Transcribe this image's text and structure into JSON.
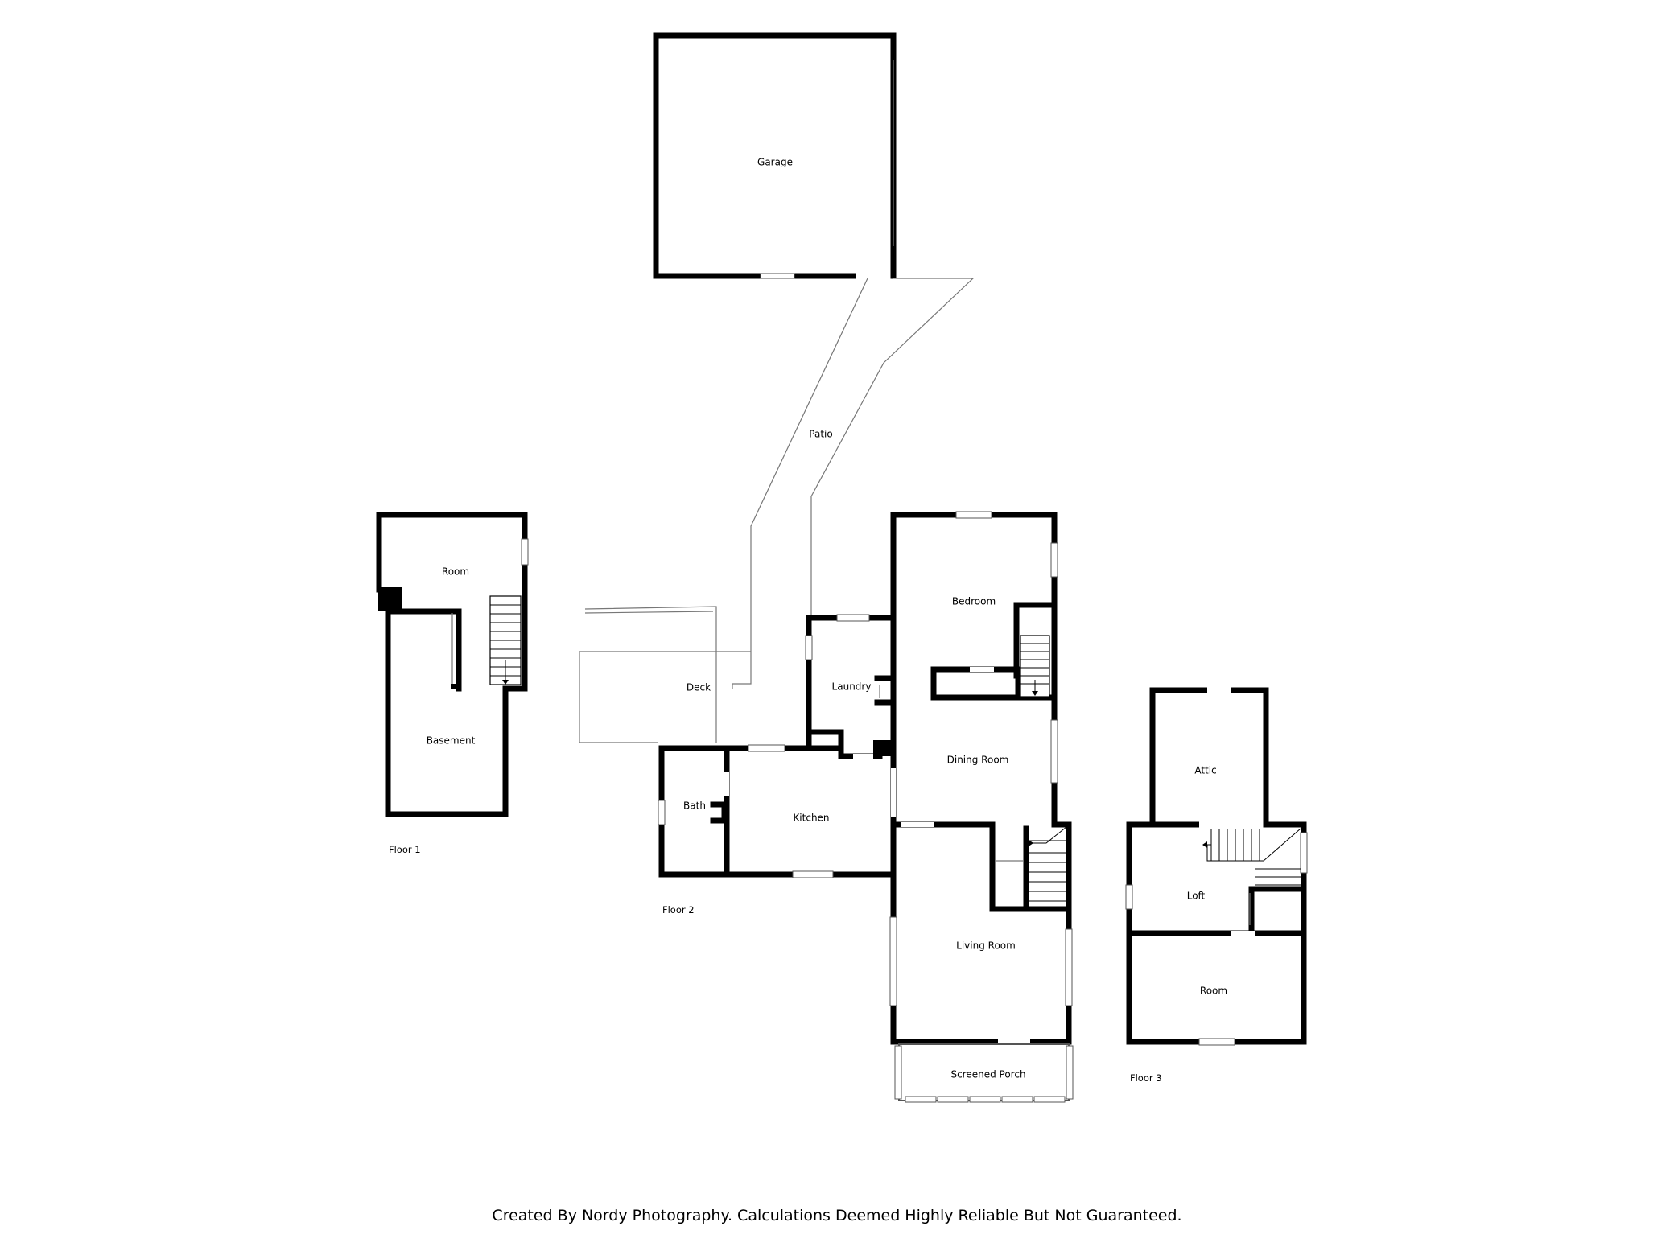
{
  "rooms": {
    "garage": "Garage",
    "patio": "Patio",
    "room_f1": "Room",
    "basement": "Basement",
    "bedroom": "Bedroom",
    "deck": "Deck",
    "laundry": "Laundry",
    "dining_room": "Dining Room",
    "bath": "Bath",
    "kitchen": "Kitchen",
    "living_room": "Living Room",
    "screened_porch": "Screened Porch",
    "attic": "Attic",
    "loft": "Loft",
    "room_f3": "Room"
  },
  "floors": {
    "floor1": "Floor 1",
    "floor2": "Floor 2",
    "floor3": "Floor 3"
  },
  "footer": "Created By Nordy Photography. Calculations Deemed Highly Reliable But Not Guaranteed."
}
